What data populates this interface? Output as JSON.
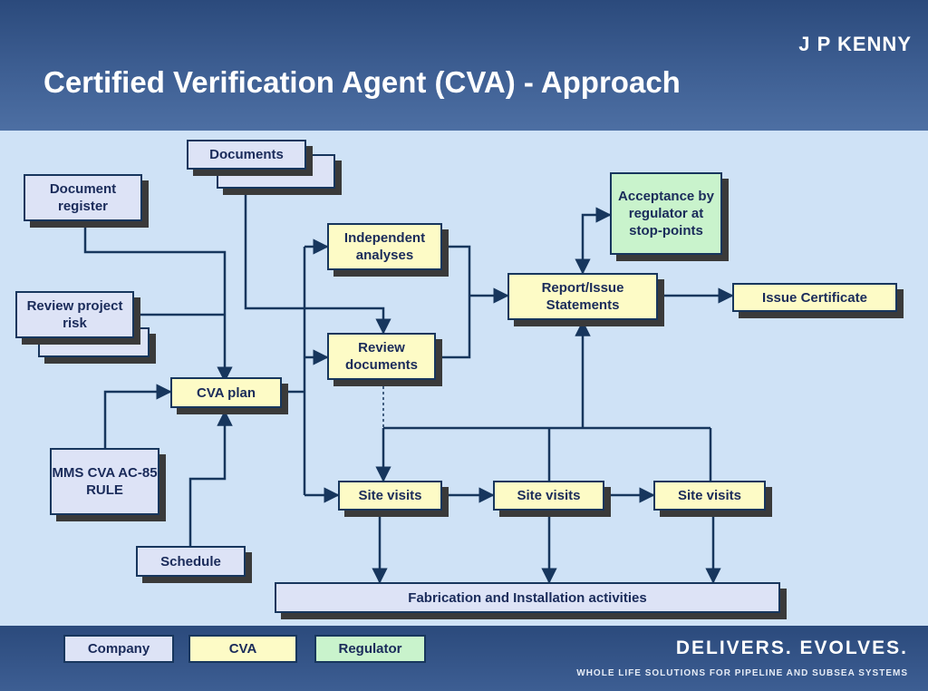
{
  "header": {
    "brand": "J P KENNY",
    "title": "Certified Verification Agent (CVA) - Approach"
  },
  "nodes": {
    "documents": "Documents",
    "document_register": "Document register",
    "review_project_risk": "Review project risk",
    "cva_plan": "CVA plan",
    "mms_rule": "MMS CVA AC-85 RULE",
    "schedule": "Schedule",
    "independent_analyses": "Independent analyses",
    "review_documents": "Review documents",
    "report_issue": "Report/Issue Statements",
    "acceptance": "Acceptance by regulator at stop-points",
    "issue_certificate": "Issue Certificate",
    "site_visits_1": "Site visits",
    "site_visits_2": "Site visits",
    "site_visits_3": "Site visits",
    "fabrication": "Fabrication and Installation activities"
  },
  "legend": {
    "company": "Company",
    "cva": "CVA",
    "regulator": "Regulator"
  },
  "footer": {
    "tagline": "DELIVERS. EVOLVES.",
    "subtagline": "WHOLE LIFE SOLUTIONS FOR PIPELINE AND SUBSEA SYSTEMS"
  },
  "colors": {
    "company": "#dde3f6",
    "cva": "#fdfbc6",
    "regulator": "#c9f3cc",
    "line": "#17365d"
  }
}
